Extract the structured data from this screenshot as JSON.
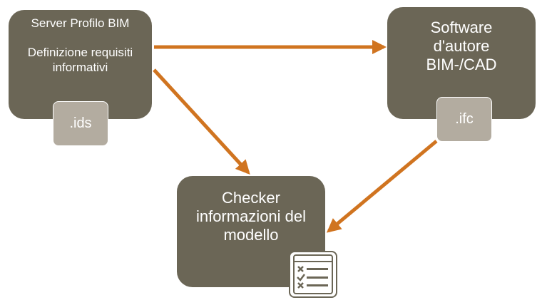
{
  "nodes": {
    "server": {
      "title": "Server Profilo BIM",
      "desc_line1": "Definizione requisiti",
      "desc_line2": "informativi"
    },
    "software": {
      "line1": "Software",
      "line2": "d'autore",
      "line3": "BIM-/CAD"
    },
    "checker": {
      "line1": "Checker",
      "line2": "informazioni del",
      "line3": "modello"
    }
  },
  "tags": {
    "ids": ".ids",
    "ifc": ".ifc"
  },
  "icons": {
    "checklist": "checklist-icon"
  },
  "colors": {
    "node": "#6b6656",
    "tag": "#b3aca0",
    "arrow": "#d07420"
  }
}
